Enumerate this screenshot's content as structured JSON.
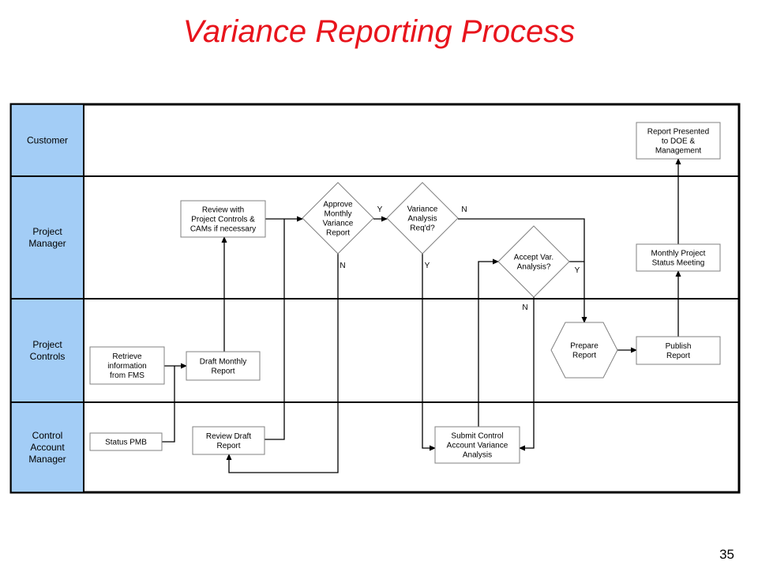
{
  "slide": {
    "title": "Variance Reporting Process",
    "page_number": "35"
  },
  "colors": {
    "title": "#e8141c",
    "lane_header": "#a3cdf6",
    "frame": "#000000",
    "node_border": "#808080"
  },
  "lanes": [
    {
      "id": "customer",
      "label": [
        "Customer"
      ]
    },
    {
      "id": "project-manager",
      "label": [
        "Project",
        "Manager"
      ]
    },
    {
      "id": "project-controls",
      "label": [
        "Project",
        "Controls"
      ]
    },
    {
      "id": "control-account-manager",
      "label": [
        "Control",
        "Account",
        "Manager"
      ]
    }
  ],
  "nodes": [
    {
      "id": "report-presented",
      "shape": "rect",
      "lines": [
        "Report Presented",
        "to DOE &",
        "Management"
      ]
    },
    {
      "id": "review-with-pc",
      "shape": "rect",
      "lines": [
        "Review with",
        "Project Controls &",
        "CAMs if necessary"
      ]
    },
    {
      "id": "approve-monthly",
      "shape": "diamond",
      "lines": [
        "Approve",
        "Monthly",
        "Variance",
        "Report"
      ]
    },
    {
      "id": "variance-analysis-reqd",
      "shape": "diamond",
      "lines": [
        "Variance",
        "Analysis",
        "Req'd?"
      ]
    },
    {
      "id": "accept-var-analysis",
      "shape": "diamond",
      "lines": [
        "Accept Var.",
        "Analysis?"
      ]
    },
    {
      "id": "monthly-project-status",
      "shape": "rect",
      "lines": [
        "Monthly Project",
        "Status Meeting"
      ]
    },
    {
      "id": "retrieve-info",
      "shape": "rect",
      "lines": [
        "Retrieve",
        "information",
        "from FMS"
      ]
    },
    {
      "id": "draft-monthly-report",
      "shape": "rect",
      "lines": [
        "Draft Monthly",
        "Report"
      ]
    },
    {
      "id": "prepare-report",
      "shape": "hexagon",
      "lines": [
        "Prepare",
        "Report"
      ]
    },
    {
      "id": "publish-report",
      "shape": "rect",
      "lines": [
        "Publish",
        "Report"
      ]
    },
    {
      "id": "status-pmb",
      "shape": "rect",
      "lines": [
        "Status PMB"
      ]
    },
    {
      "id": "review-draft-report",
      "shape": "rect",
      "lines": [
        "Review Draft",
        "Report"
      ]
    },
    {
      "id": "submit-cav-analysis",
      "shape": "rect",
      "lines": [
        "Submit Control",
        "Account Variance",
        "Analysis"
      ]
    }
  ],
  "edge_labels": {
    "approve_yes": "Y",
    "approve_no": "N",
    "variance_no": "N",
    "variance_yes": "Y",
    "accept_yes": "Y",
    "accept_no": "N"
  }
}
